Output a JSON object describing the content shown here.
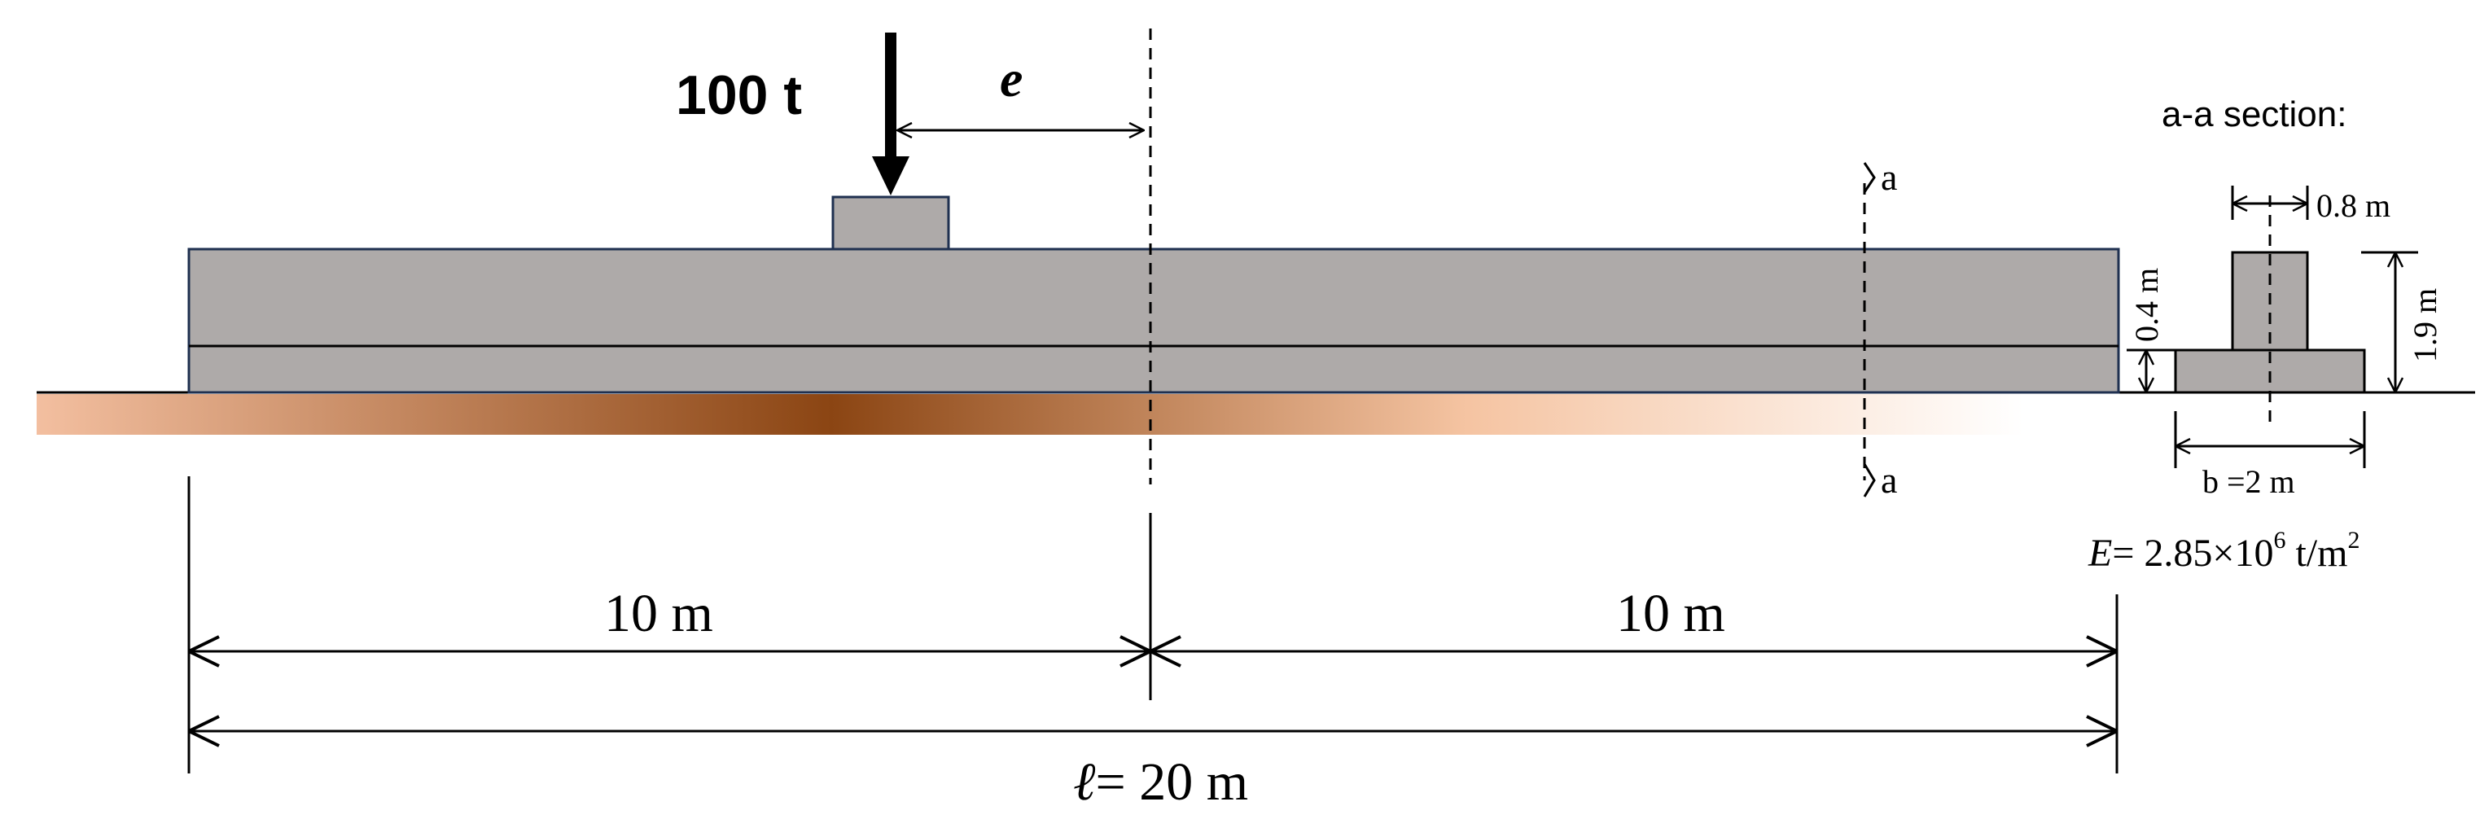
{
  "load": {
    "value_label": "100 t",
    "eccentricity_label": "e"
  },
  "section_marks": {
    "top": "a",
    "bottom": "a"
  },
  "section": {
    "title": "a-a section:",
    "stem_width": "0.8 m",
    "total_height": "1.9 m",
    "flange_thickness": "0.4 m",
    "flange_width": "b =2 m",
    "modulus_symbol": "E",
    "modulus_value": "= 2.85×10",
    "modulus_exponent": "6",
    "modulus_unit": " t/m",
    "modulus_unit_exponent": "2"
  },
  "dimensions": {
    "left_half": "10 m",
    "right_half": "10 m",
    "length_symbol": "ℓ",
    "length_value": "= 20 m"
  },
  "colors": {
    "beam_fill": "#aeaaa9",
    "beam_stroke": "#1f3050",
    "soil_mid": "#8b4513",
    "soil_light": "#f7c9a9",
    "line": "#000000"
  }
}
